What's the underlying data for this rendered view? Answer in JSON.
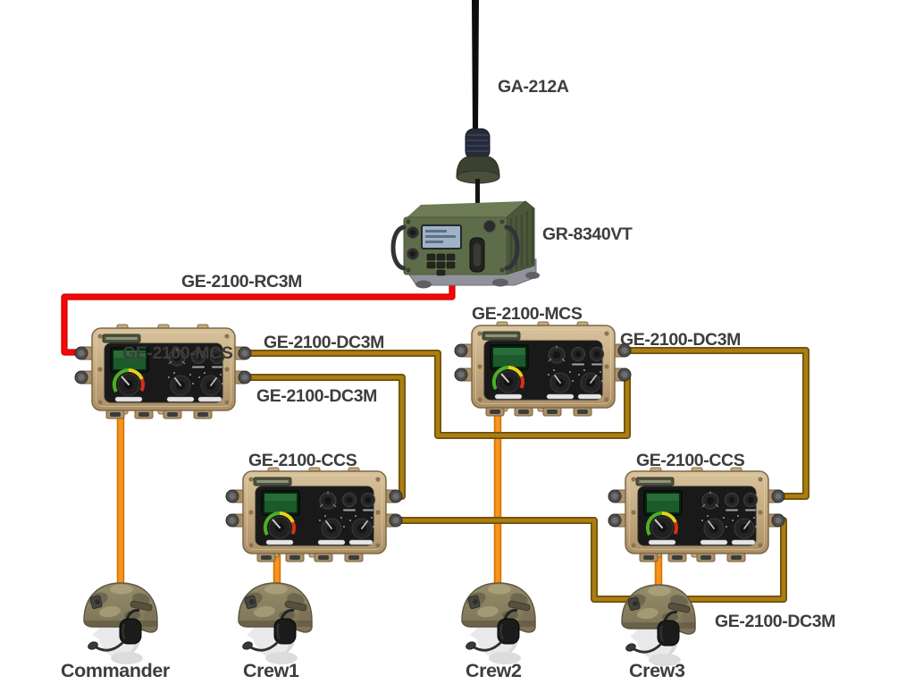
{
  "antenna": {
    "label": "GA-212A"
  },
  "radio": {
    "label": "GR-8340VT"
  },
  "units": {
    "commander": {
      "label": "GE-2100-MCS"
    },
    "master": {
      "label": "GE-2100-MCS"
    },
    "crew1": {
      "label": "GE-2100-CCS"
    },
    "crew3": {
      "label": "GE-2100-CCS"
    }
  },
  "cables": {
    "radio_link": {
      "label": "GE-2100-RC3M"
    },
    "commander_to_master": {
      "label": "GE-2100-DC3M"
    },
    "commander_to_crew1": {
      "label": "GE-2100-DC3M"
    },
    "master_to_crew3": {
      "label": "GE-2100-DC3M"
    },
    "crew1_to_crew3": {
      "label": "GE-2100-DC3M"
    }
  },
  "operators": {
    "commander": {
      "label": "Commander"
    },
    "crew1": {
      "label": "Crew1"
    },
    "crew2": {
      "label": "Crew2"
    },
    "crew3": {
      "label": "Crew3"
    }
  },
  "colors": {
    "rc3m_red": "#f80606",
    "dc3m_gold": "#ab7d12",
    "headset_orange": "#f8941d",
    "label_gray": "#3d3d3d"
  }
}
